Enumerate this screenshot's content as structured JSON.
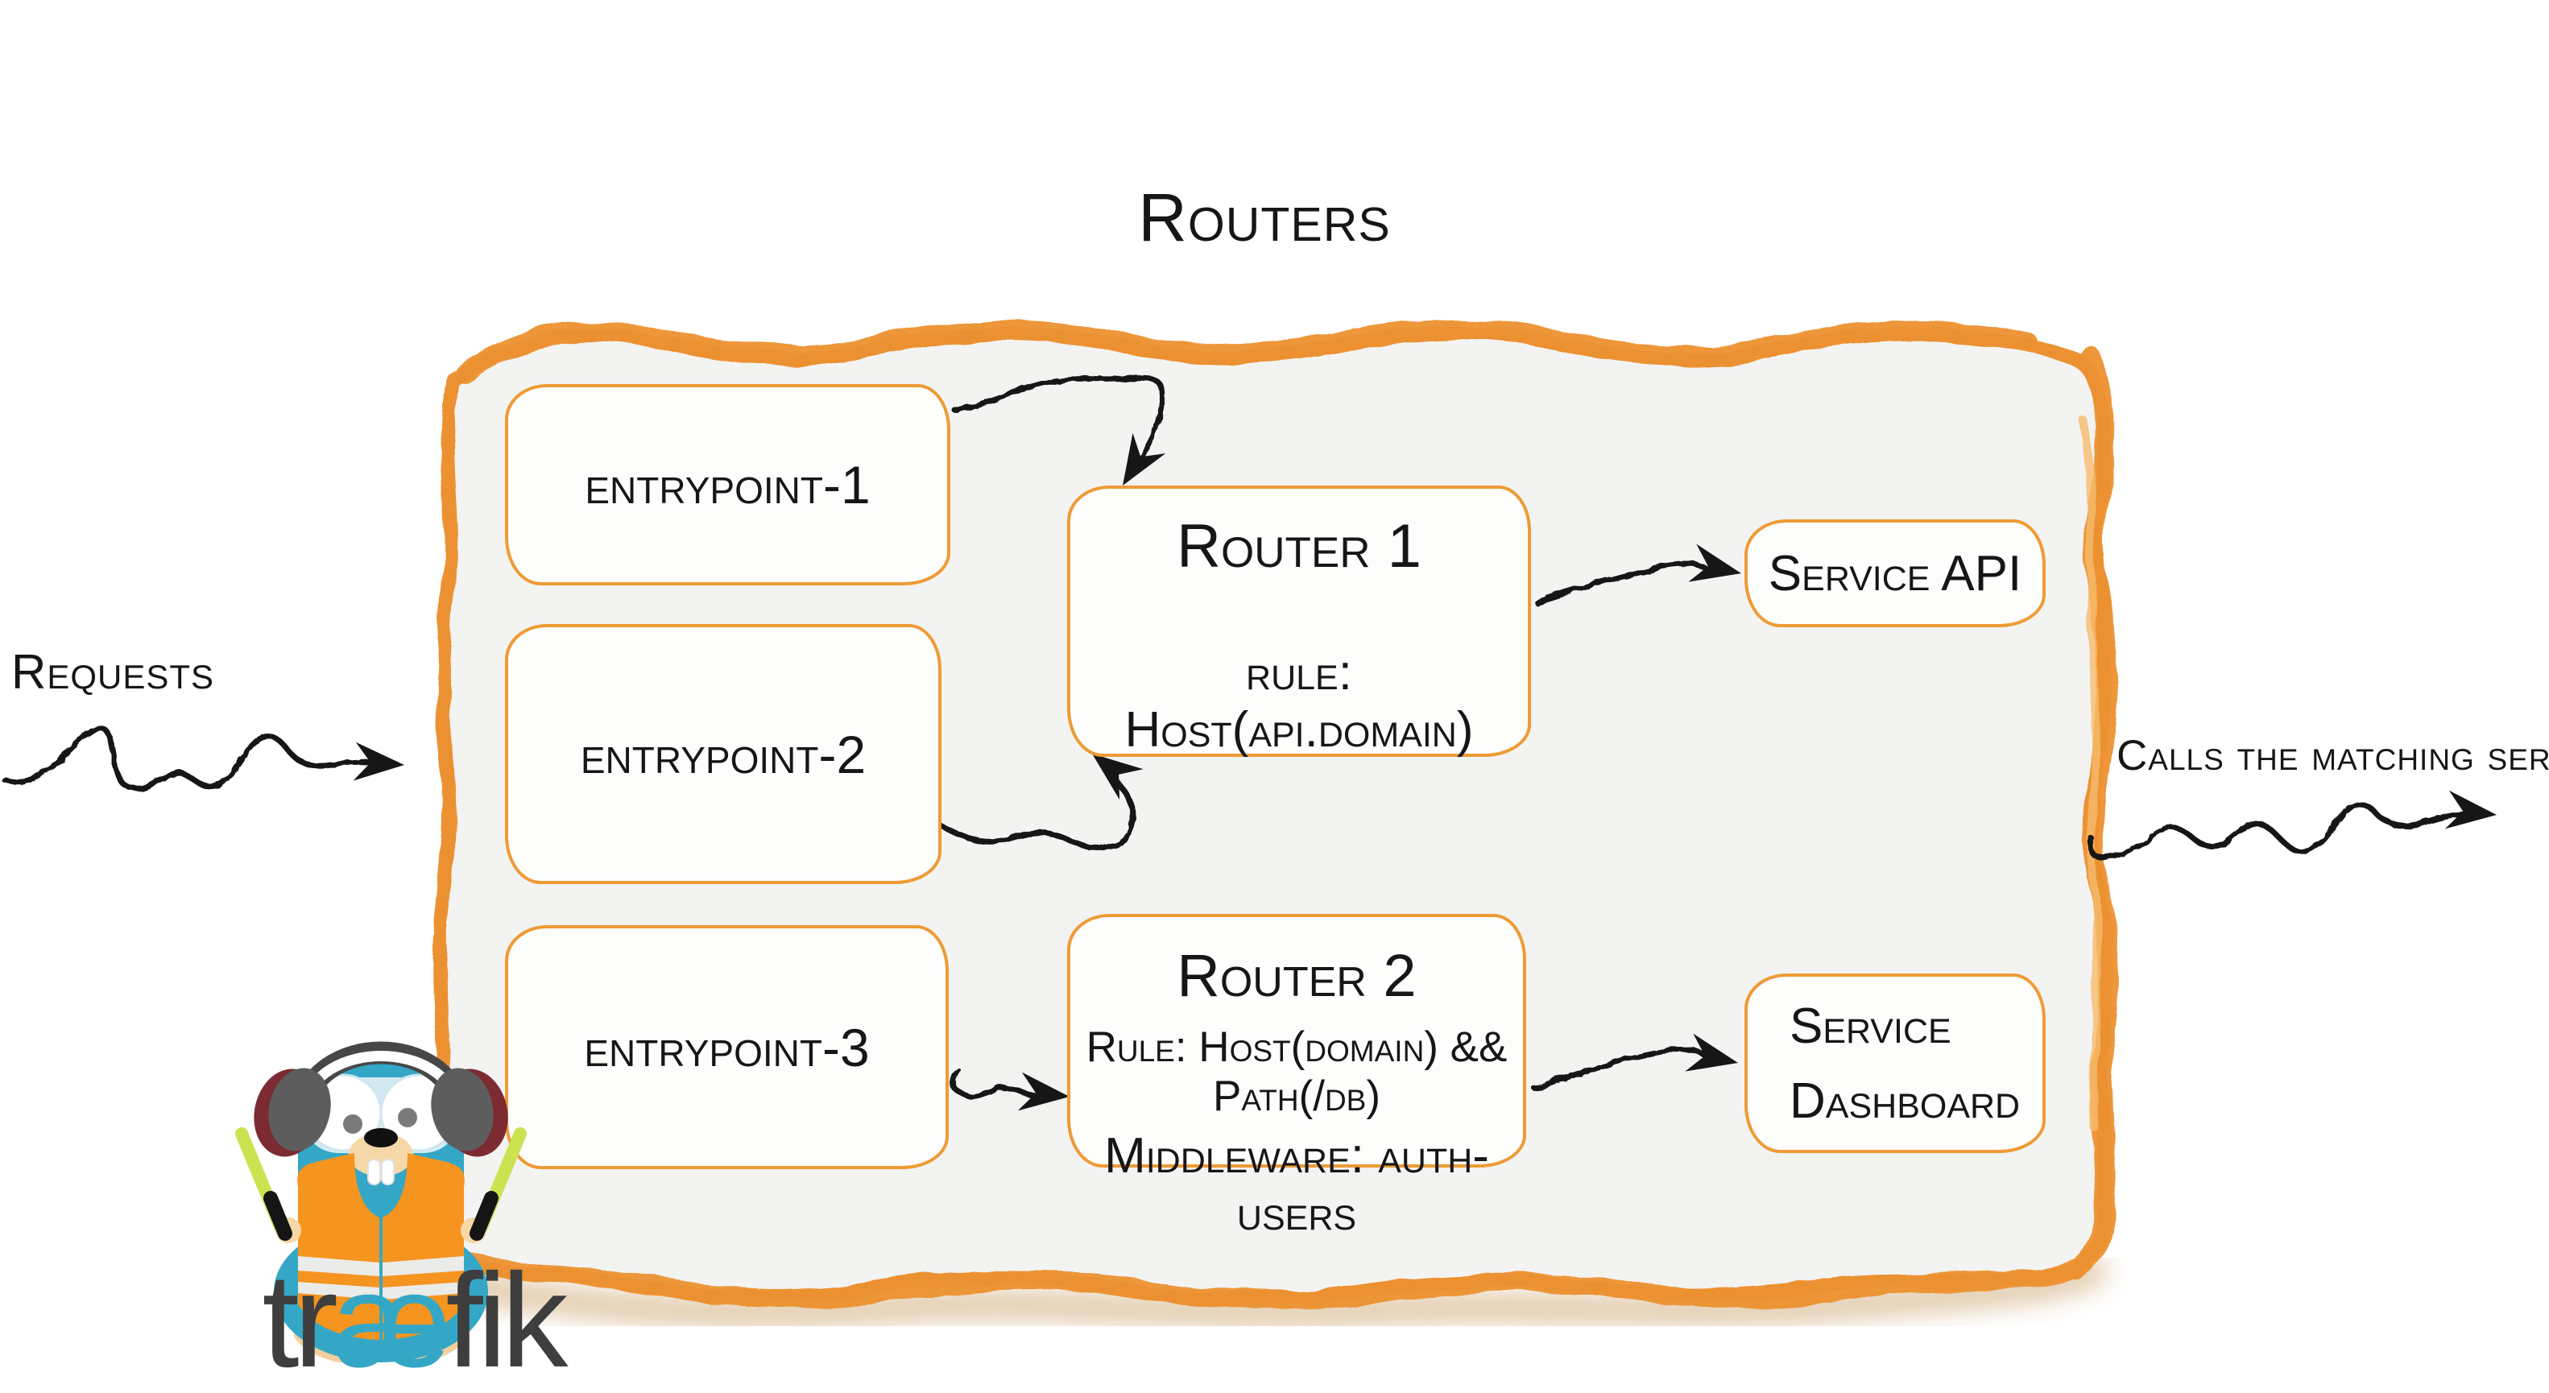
{
  "diagram": {
    "title": "Routers",
    "requests_label": "Requests",
    "calls_label": "Calls the matching server",
    "entrypoints": [
      {
        "label": "entrypoint-1"
      },
      {
        "label": "entrypoint-2"
      },
      {
        "label": "entrypoint-3"
      }
    ],
    "routers": [
      {
        "title": "Router 1",
        "rule": "rule: Host(api.domain)"
      },
      {
        "title": "Router 2",
        "rule": "Rule: Host(domain) && Path(/db)",
        "middleware": "Middleware: auth-users"
      }
    ],
    "services": [
      {
        "label": "Service API"
      },
      {
        "label_line1": "Service",
        "label_line2": "Dashboard"
      }
    ],
    "logo": {
      "part1": "tr",
      "part2": "æ",
      "part3": "fik"
    }
  },
  "colors": {
    "container_border": "#EC9130",
    "box_border": "#EE9B35",
    "panel_fill": "#F3F3F2",
    "box_fill": "#FDFDFC",
    "arrow_ink": "#161616",
    "gopher_teal": "#35A7C6",
    "vest_orange": "#F5941F",
    "wand_green": "#CBE351",
    "snout_cream": "#F6D7A8"
  }
}
